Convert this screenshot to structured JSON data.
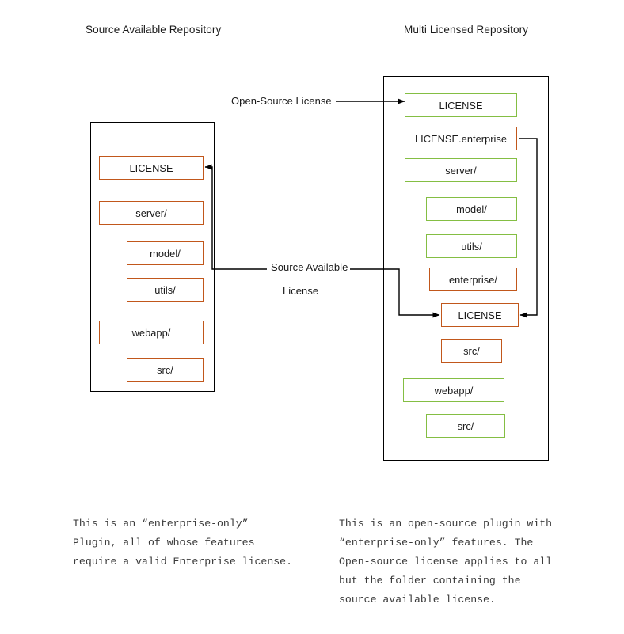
{
  "diagram": {
    "title_left": "Source Available Repository",
    "title_right": "Multi Licensed Repository",
    "colors": {
      "orange": "#C1571B",
      "green": "#84BE43",
      "outline": "#000000",
      "text": "#1a1a1a",
      "caption_text": "#3b3b3b"
    },
    "left_repo": {
      "nodes": [
        {
          "label": "LICENSE",
          "color": "orange",
          "indent": 0
        },
        {
          "label": "server/",
          "color": "orange",
          "indent": 0
        },
        {
          "label": "model/",
          "color": "orange",
          "indent": 1
        },
        {
          "label": "utils/",
          "color": "orange",
          "indent": 1
        },
        {
          "label": "webapp/",
          "color": "orange",
          "indent": 0
        },
        {
          "label": "src/",
          "color": "orange",
          "indent": 1
        }
      ]
    },
    "right_repo": {
      "nodes": [
        {
          "label": "LICENSE",
          "color": "green",
          "indent": 0
        },
        {
          "label": "LICENSE.enterprise",
          "color": "orange",
          "indent": 0
        },
        {
          "label": "server/",
          "color": "green",
          "indent": 0
        },
        {
          "label": "model/",
          "color": "green",
          "indent": 1
        },
        {
          "label": "utils/",
          "color": "green",
          "indent": 1
        },
        {
          "label": "enterprise/",
          "color": "orange",
          "indent": 1
        },
        {
          "label": "LICENSE",
          "color": "orange",
          "indent": 2
        },
        {
          "label": "src/",
          "color": "orange",
          "indent": 2
        },
        {
          "label": "webapp/",
          "color": "green",
          "indent": 0
        },
        {
          "label": "src/",
          "color": "green",
          "indent": 1
        }
      ]
    },
    "annotations": {
      "open_source_license": "Open-Source License",
      "source_available_line1": "Source Available",
      "source_available_line2": "License"
    },
    "captions": {
      "left": "This is an “enterprise-only”\nPlugin, all of whose features\nrequire a valid Enterprise license.",
      "right": "This is an open-source plugin with\n“enterprise-only” features. The\nOpen-source license applies to all\nbut the folder containing the\nsource available license."
    }
  }
}
